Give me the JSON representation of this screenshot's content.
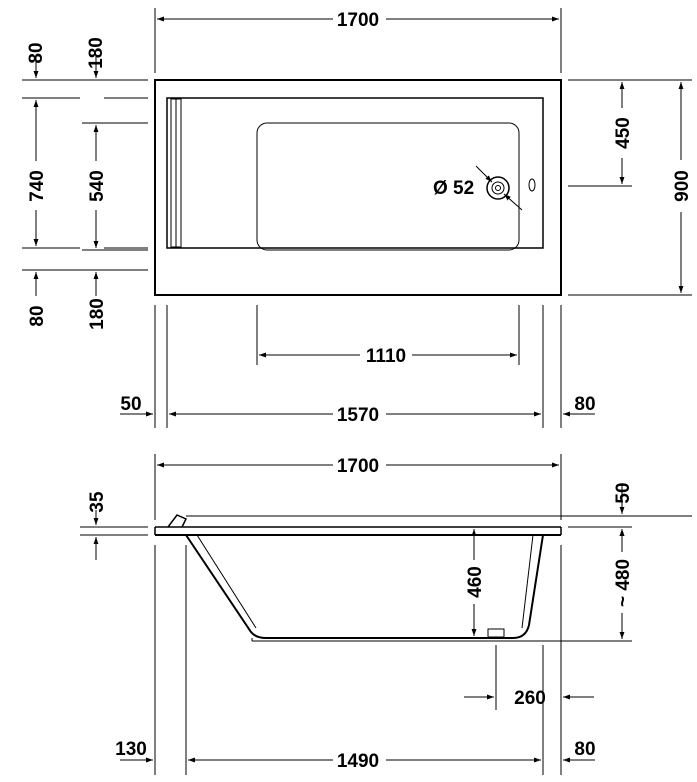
{
  "top_view": {
    "total_length": "1700",
    "total_width": "900",
    "drain_offset": "450",
    "drain_diameter": "Ø 52",
    "inner_width": "740",
    "basin_width": "540",
    "rim_top_inner": "80",
    "rim_top_basin": "180",
    "rim_bottom_inner": "80",
    "rim_bottom_basin": "180",
    "basin_length": "1110",
    "inner_length": "1570",
    "rim_left": "50",
    "rim_right": "80"
  },
  "side_view": {
    "total_length": "1700",
    "rim_thickness": "35",
    "rim_offset": "50",
    "basin_depth": "460",
    "total_height": "~ 480",
    "drain_distance": "260",
    "bottom_length": "1490",
    "slope_offset": "130",
    "end_offset": "80"
  }
}
